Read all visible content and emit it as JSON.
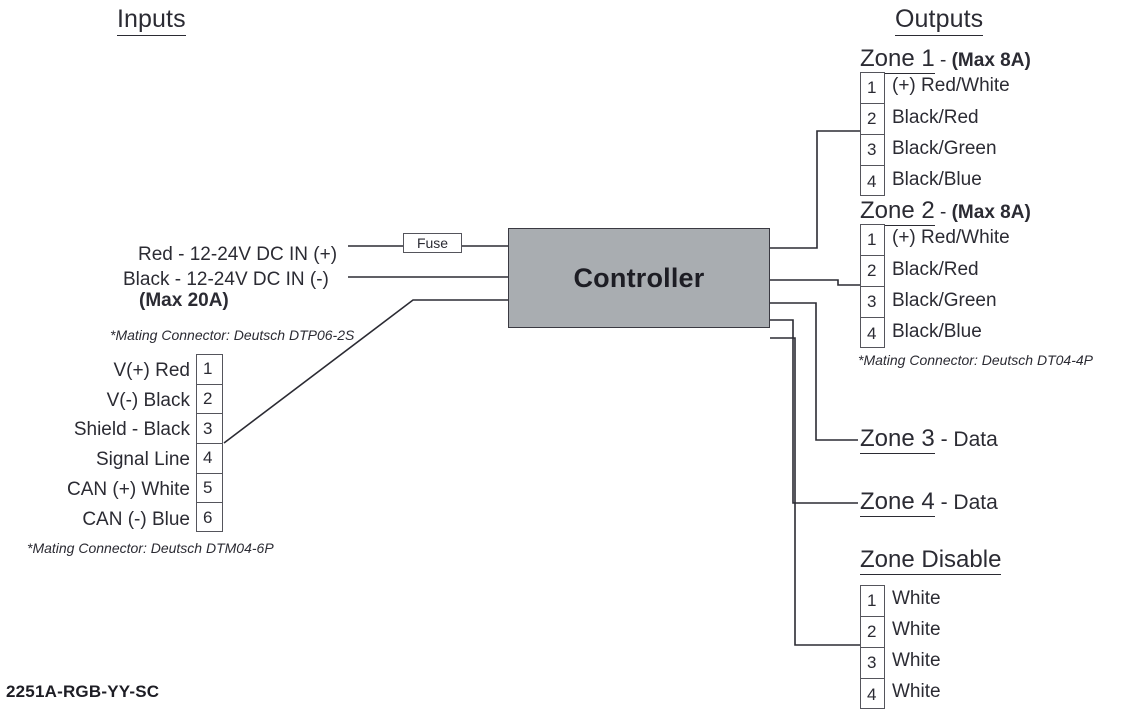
{
  "headings": {
    "inputs": "Inputs",
    "outputs": "Outputs"
  },
  "controller": {
    "label": "Controller",
    "fill_color": "#a9adb1",
    "border_color": "#3a3a42"
  },
  "fuse": {
    "label": "Fuse"
  },
  "power_input": {
    "positive": "Red - 12-24V DC IN (+)",
    "negative": "Black - 12-24V DC IN (-)",
    "max_current": "(Max 20A)",
    "mating_connector": "*Mating Connector: Deutsch DTP06-2S"
  },
  "signal_input": {
    "mating_connector": "*Mating Connector: Deutsch DTM04-6P",
    "pins": [
      {
        "number": "1",
        "label": "V(+) Red"
      },
      {
        "number": "2",
        "label": "V(-) Black"
      },
      {
        "number": "3",
        "label": "Shield - Black"
      },
      {
        "number": "4",
        "label": "Signal Line"
      },
      {
        "number": "5",
        "label": "CAN (+) White"
      },
      {
        "number": "6",
        "label": "CAN (-) Blue"
      }
    ]
  },
  "zone1": {
    "name": "Zone 1",
    "dash": "-",
    "rating": "(Max 8A)",
    "pins": [
      {
        "number": "1",
        "label": "(+) Red/White"
      },
      {
        "number": "2",
        "label": "Black/Red"
      },
      {
        "number": "3",
        "label": "Black/Green"
      },
      {
        "number": "4",
        "label": "Black/Blue"
      }
    ]
  },
  "zone2": {
    "name": "Zone 2",
    "dash": "-",
    "rating": "(Max 8A)",
    "pins": [
      {
        "number": "1",
        "label": "(+) Red/White"
      },
      {
        "number": "2",
        "label": "Black/Red"
      },
      {
        "number": "3",
        "label": "Black/Green"
      },
      {
        "number": "4",
        "label": "Black/Blue"
      }
    ],
    "mating_connector": "*Mating Connector: Deutsch DT04-4P"
  },
  "zone3": {
    "name": "Zone 3",
    "dash": "-",
    "type": "Data"
  },
  "zone4": {
    "name": "Zone 4",
    "dash": "-",
    "type": "Data"
  },
  "zone_disable": {
    "name": "Zone Disable",
    "pins": [
      {
        "number": "1",
        "label": "White"
      },
      {
        "number": "2",
        "label": "White"
      },
      {
        "number": "3",
        "label": "White"
      },
      {
        "number": "4",
        "label": "White"
      }
    ]
  },
  "part_number": "2251A-RGB-YY-SC"
}
